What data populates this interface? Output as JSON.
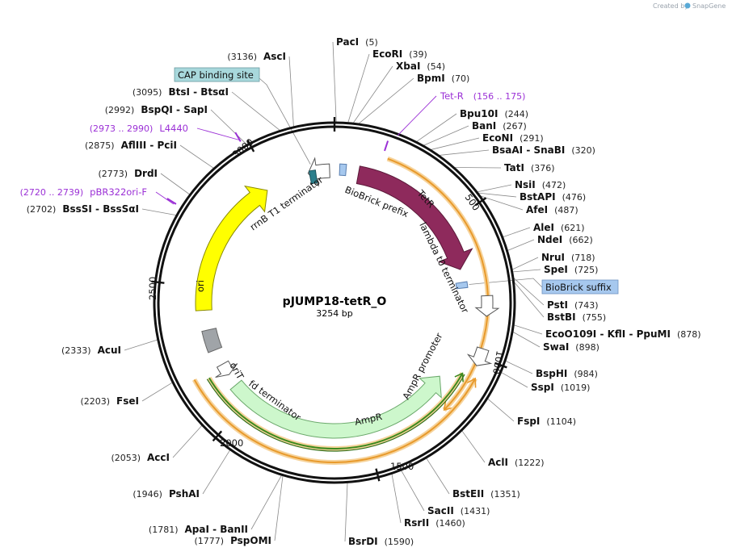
{
  "branding": {
    "created_by": "Created by",
    "brand": "SnapGene"
  },
  "plasmid": {
    "name": "pJUMP18-tetR_O",
    "size_text": "3254 bp"
  },
  "colors": {
    "backbone": "#111111",
    "tetr": "#8e2a5c",
    "ampr": "#cdf7cc",
    "ori": "#ffff00",
    "oriT": "#a0a4a8",
    "rrnB": "#2c7f8c",
    "biobrick": "#a6c8ee",
    "cap": "#a8d8dc",
    "primer": "#9b30d6",
    "orf_orange": "#e89a2c",
    "orf_green": "#3c8a1e"
  },
  "ticks": [
    "500",
    "1000",
    "1500",
    "2000",
    "2500",
    "3000"
  ],
  "sites": [
    {
      "name": "PacI",
      "pos": "(5)"
    },
    {
      "name": "EcoRI",
      "pos": "(39)"
    },
    {
      "name": "XbaI",
      "pos": "(54)"
    },
    {
      "name": "BpmI",
      "pos": "(70)"
    },
    {
      "name": "Bpu10I",
      "pos": "(244)"
    },
    {
      "name": "BanI",
      "pos": "(267)"
    },
    {
      "name": "EcoNI",
      "pos": "(291)"
    },
    {
      "name": "BsaAI - SnaBI",
      "pos": "(320)"
    },
    {
      "name": "TatI",
      "pos": "(376)"
    },
    {
      "name": "NsiI",
      "pos": "(472)"
    },
    {
      "name": "BstAPI",
      "pos": "(476)"
    },
    {
      "name": "AfeI",
      "pos": "(487)"
    },
    {
      "name": "AleI",
      "pos": "(621)"
    },
    {
      "name": "NdeI",
      "pos": "(662)"
    },
    {
      "name": "NruI",
      "pos": "(718)"
    },
    {
      "name": "SpeI",
      "pos": "(725)"
    },
    {
      "name": "PstI",
      "pos": "(743)"
    },
    {
      "name": "BstBI",
      "pos": "(755)"
    },
    {
      "name": "EcoO109I - KflI - PpuMI",
      "pos": "(878)"
    },
    {
      "name": "SwaI",
      "pos": "(898)"
    },
    {
      "name": "BspHI",
      "pos": "(984)"
    },
    {
      "name": "SspI",
      "pos": "(1019)"
    },
    {
      "name": "FspI",
      "pos": "(1104)"
    },
    {
      "name": "AclI",
      "pos": "(1222)"
    },
    {
      "name": "BstEII",
      "pos": "(1351)"
    },
    {
      "name": "SacII",
      "pos": "(1431)"
    },
    {
      "name": "RsrII",
      "pos": "(1460)"
    },
    {
      "name": "BsrDI",
      "pos": "(1590)"
    },
    {
      "name": "PspOMI",
      "pos": "(1777)"
    },
    {
      "name": "ApaI - BanII",
      "pos": "(1781)"
    },
    {
      "name": "PshAI",
      "pos": "(1946)"
    },
    {
      "name": "AccI",
      "pos": "(2053)"
    },
    {
      "name": "FseI",
      "pos": "(2203)"
    },
    {
      "name": "AcuI",
      "pos": "(2333)"
    },
    {
      "name": "BssSI - BssSαI",
      "pos": "(2702)"
    },
    {
      "name": "DrdI",
      "pos": "(2773)"
    },
    {
      "name": "AflIII - PciI",
      "pos": "(2875)"
    },
    {
      "name": "BspQI - SapI",
      "pos": "(2992)"
    },
    {
      "name": "BtsI - BtsαI",
      "pos": "(3095)"
    },
    {
      "name": "AscI",
      "pos": "(3136)"
    }
  ],
  "primers": [
    {
      "name": "Tet-R",
      "range": "(156 .. 175)"
    },
    {
      "name": "L4440",
      "range": "(2973 .. 2990)"
    },
    {
      "name": "pBR322ori-F",
      "range": "(2720 .. 2739)"
    }
  ],
  "boxed_features": [
    "CAP binding site",
    "BioBrick suffix"
  ],
  "features": [
    {
      "name": "TetR"
    },
    {
      "name": "BioBrick prefix"
    },
    {
      "name": "rrnB T1 terminator"
    },
    {
      "name": "lambda t0 terminator"
    },
    {
      "name": "AmpR promoter"
    },
    {
      "name": "AmpR"
    },
    {
      "name": "fd terminator"
    },
    {
      "name": "oriT"
    },
    {
      "name": "ori"
    }
  ]
}
